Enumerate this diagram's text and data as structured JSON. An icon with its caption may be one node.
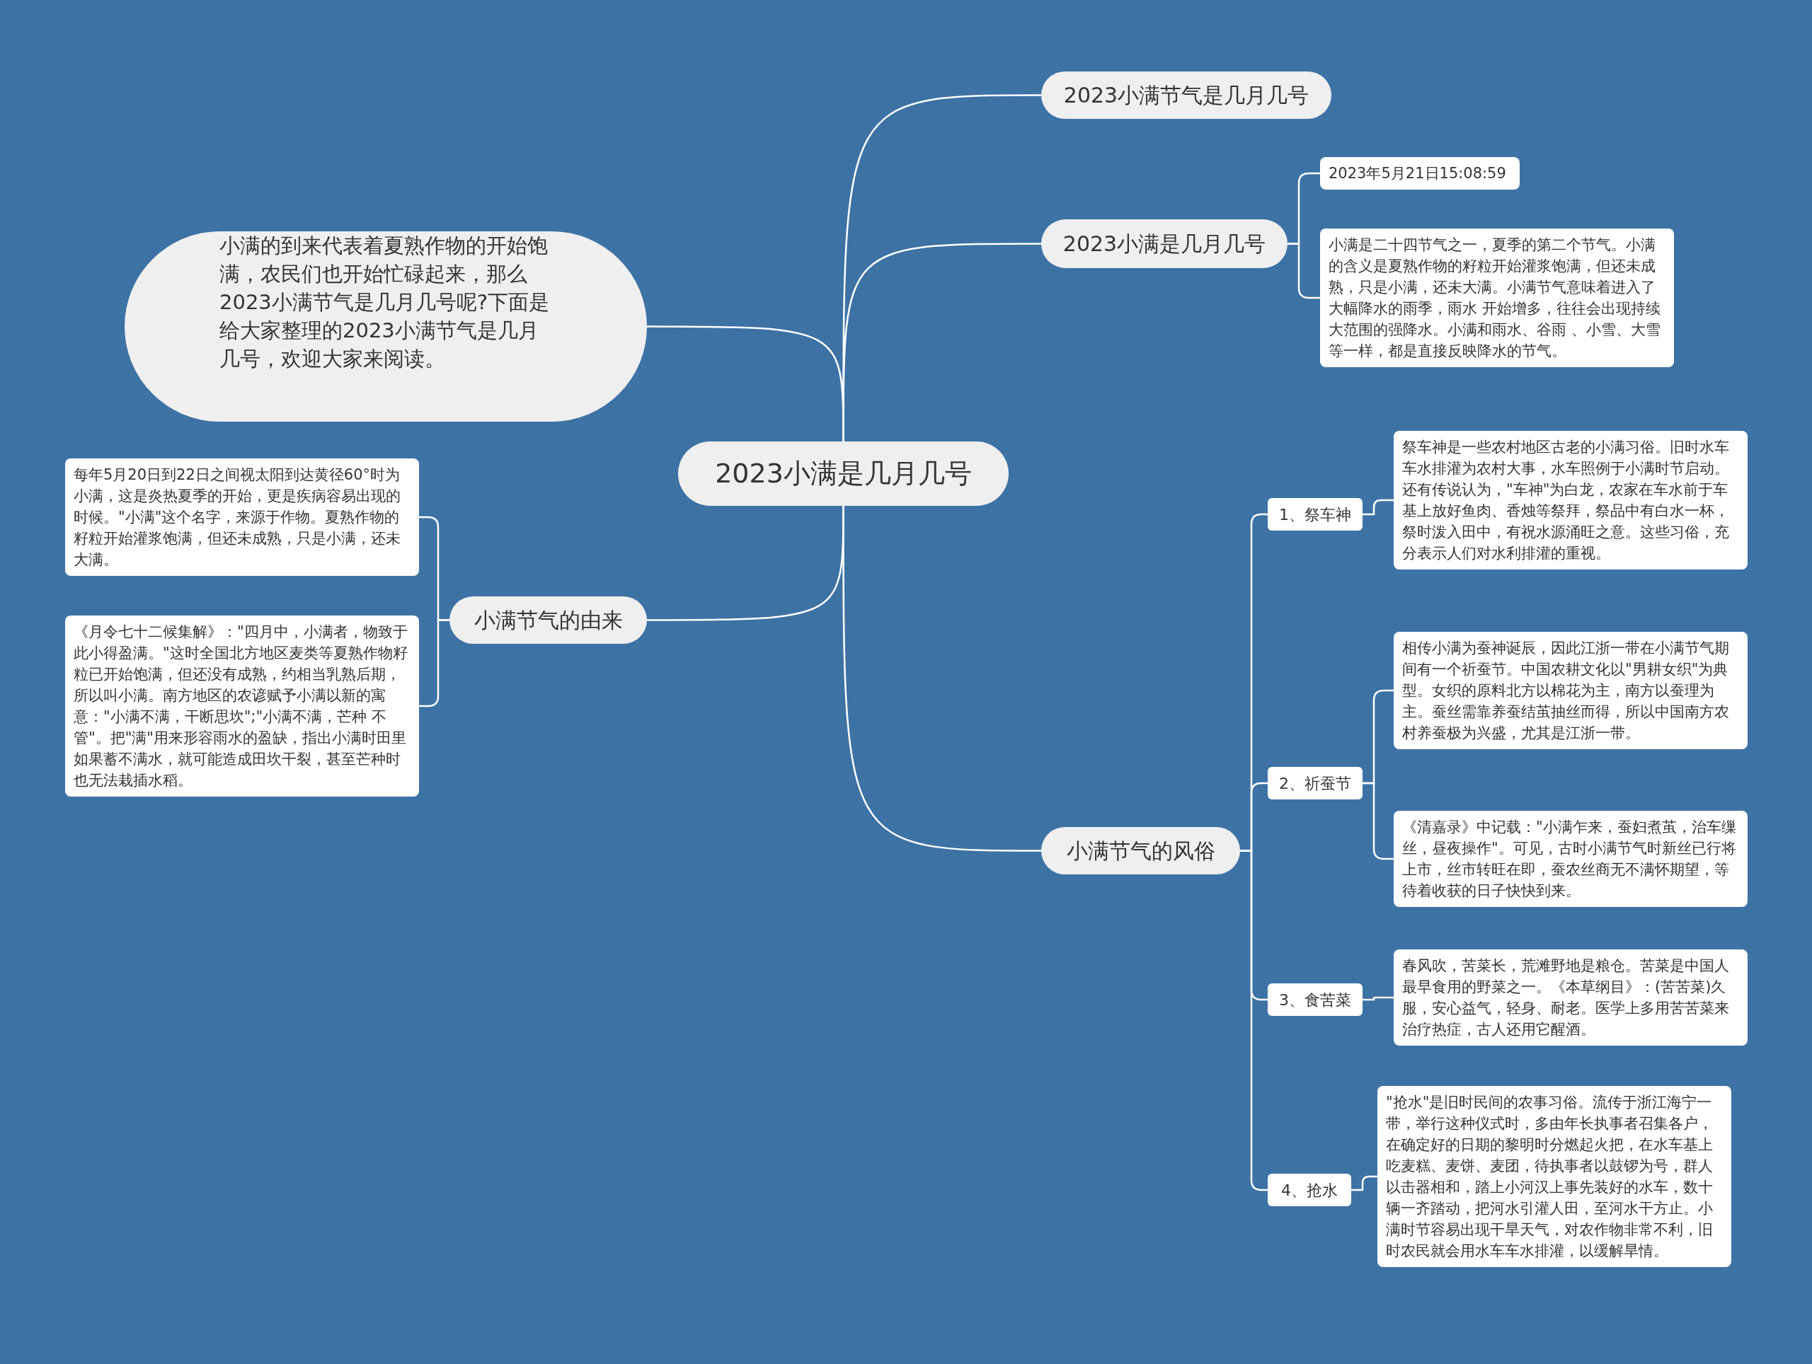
{
  "diagram": {
    "nodes": [
      {
        "text": [
          "2023小满是几月几号"
        ]
      },
      {
        "text": [
          "小满的到来代表着夏熟作物的开始饱满，农民们也开始忙碌起来，那么2023小满节气是几月几号呢?下面是给大家整理的2023小满节气是几月几号，欢迎大家来阅读。"
        ]
      },
      {
        "text": [
          "2023小满节气是几月几号"
        ]
      },
      {
        "text": [
          "2023小满是几月几号"
        ]
      },
      {
        "text": [
          "2023年5月21日15:08:59"
        ]
      },
      {
        "text": [
          "小满是二十四节气之一，夏季的第二个节气。小满的含义是夏熟作物的籽粒开始灌浆饱满，但还未成熟，只是小满，还未大满。小满节气意味着进入了大幅降水的雨季，雨水 开始增多，往往会出现持续大范围的强降水。小满和雨水、谷雨 、小雪、大雪等一样，都是直接反映降水的节气。"
        ]
      },
      {
        "text": [
          "小满节气的由来"
        ]
      },
      {
        "text": [
          "每年5月20日到22日之间视太阳到达黄径60°时为小满，这是炎热夏季的开始，更是疾病容易出现的时候。\"小满\"这个名字，来源于作物。夏熟作物的籽粒开始灌浆饱满，但还未成熟，只是小满，还未大满。"
        ]
      },
      {
        "text": [
          "《月令七十二候集解》：\"四月中，小满者，物致于此小得盈满。\"这时全国北方地区麦类等夏熟作物籽粒已开始饱满，但还没有成熟，约相当乳熟后期，所以叫小满。南方地区的农谚赋予小满以新的寓意：\"小满不满，干断思坎\";\"小满不满，芒种 不管\"。把\"满\"用来形容雨水的盈缺，指出小满时田里如果蓄不满水，就可能造成田坎干裂，甚至芒种时也无法栽插水稻。"
        ]
      },
      {
        "text": [
          "小满节气的风俗"
        ]
      },
      {
        "text": [
          "1、祭车神"
        ]
      },
      {
        "text": [
          "祭车神是一些农村地区古老的小满习俗。旧时水车车水排灌为农村大事，水车照例于小满时节启动。还有传说认为，\"车神\"为白龙，农家在车水前于车基上放好鱼肉、香烛等祭拜，祭品中有白水一杯，祭时泼入田中，有祝水源涌旺之意。这些习俗，充分表示人们对水利排灌的重视。"
        ]
      },
      {
        "text": [
          "2、祈蚕节"
        ]
      },
      {
        "text": [
          "相传小满为蚕神诞辰，因此江浙一带在小满节气期间有一个祈蚕节。中国农耕文化以\"男耕女织\"为典型。女织的原料北方以棉花为主，南方以蚕理为主。蚕丝需靠养蚕结茧抽丝而得，所以中国南方农村养蚕极为兴盛，尤其是江浙一带。"
        ]
      },
      {
        "text": [
          "《清嘉录》中记载：\"小满乍来，蚕妇煮茧，治车缫丝，昼夜操作\"。可见，古时小满节气时新丝已行将上市，丝市转旺在即，蚕农丝商无不满怀期望，等待着收获的日子快快到来。"
        ]
      },
      {
        "text": [
          "3、食苦菜"
        ]
      },
      {
        "text": [
          "春风吹，苦菜长，荒滩野地是粮仓。苦菜是中国人最早食用的野菜之一。《本草纲目》：(苦苦菜)久服，安心益气，轻身、耐老。医学上多用苦苦菜来治疗热症，古人还用它醒酒。"
        ]
      },
      {
        "text": [
          "4、抢水"
        ]
      },
      {
        "text": [
          "\"抢水\"是旧时民间的农事习俗。流传于浙江海宁一带，举行这种仪式时，多由年长执事者召集各户，在确定好的日期的黎明时分燃起火把，在水车基上吃麦糕、麦饼、麦团，待执事者以鼓锣为号，群人以击器相和，踏上小河汉上事先装好的水车，数十辆一齐踏动，把河水引灌人田，至河水干方止。小满时节容易出现干旱天气，对农作物非常不利，旧时农民就会用水车车水排灌，以缓解旱情。"
        ]
      }
    ],
    "edges": [
      {
        "from": 0,
        "to": 1,
        "arrow": "none"
      },
      {
        "from": 0,
        "to": 2,
        "arrow": "none"
      },
      {
        "from": 0,
        "to": 3,
        "arrow": "none"
      },
      {
        "from": 3,
        "to": 4,
        "arrow": "none"
      },
      {
        "from": 3,
        "to": 5,
        "arrow": "none"
      },
      {
        "from": 0,
        "to": 6,
        "arrow": "none"
      },
      {
        "from": 6,
        "to": 7,
        "arrow": "none"
      },
      {
        "from": 6,
        "to": 8,
        "arrow": "none"
      },
      {
        "from": 0,
        "to": 9,
        "arrow": "none"
      },
      {
        "from": 9,
        "to": 10,
        "arrow": "none"
      },
      {
        "from": 10,
        "to": 11,
        "arrow": "none"
      },
      {
        "from": 9,
        "to": 12,
        "arrow": "none"
      },
      {
        "from": 12,
        "to": 13,
        "arrow": "none"
      },
      {
        "from": 12,
        "to": 14,
        "arrow": "none"
      },
      {
        "from": 9,
        "to": 15,
        "arrow": "none"
      },
      {
        "from": 15,
        "to": 16,
        "arrow": "none"
      },
      {
        "from": 9,
        "to": 17,
        "arrow": "none"
      },
      {
        "from": 17,
        "to": 18,
        "arrow": "none"
      }
    ]
  }
}
